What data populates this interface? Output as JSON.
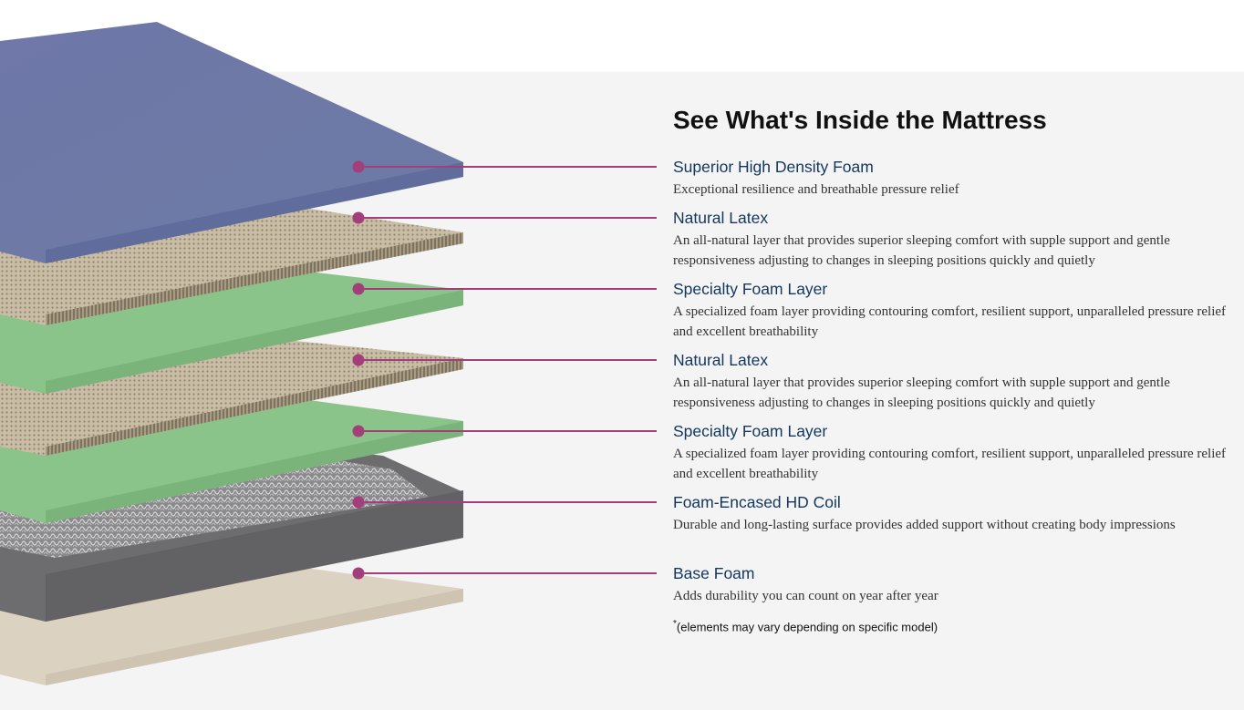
{
  "page": {
    "title": "See What's Inside the Mattress",
    "footnote_mark": "*",
    "footnote": "(elements may vary depending on specific model)"
  },
  "colors": {
    "accent": "#a23e7a",
    "heading": "#13375e",
    "panel_bg": "#f4f4f4",
    "foam_top": "#6f7ba8",
    "latex": "#c6b9a1",
    "specialty_foam": "#8bc48b",
    "coil_casing": "#6e6e70",
    "base_foam": "#dcd2c2"
  },
  "layers": [
    {
      "name": "Superior High Density Foam",
      "description": "Exceptional resilience and breathable pressure relief",
      "icon": "superior-foam-layer"
    },
    {
      "name": "Natural Latex",
      "description": "An all-natural layer that provides superior sleeping comfort with supple support and gentle responsiveness adjusting to changes in sleeping positions quickly and quietly",
      "icon": "latex-layer"
    },
    {
      "name": "Specialty Foam Layer",
      "description": "A specialized foam layer providing contouring comfort, resilient support, unparalleled pressure relief and excellent breathability",
      "icon": "specialty-foam-layer"
    },
    {
      "name": "Natural Latex",
      "description": "An all-natural layer that provides superior sleeping comfort with supple support and gentle responsiveness adjusting to changes in sleeping positions quickly and quietly",
      "icon": "latex-layer"
    },
    {
      "name": "Specialty Foam Layer",
      "description": "A specialized foam layer providing contouring comfort, resilient support, unparalleled pressure relief and excellent breathability",
      "icon": "specialty-foam-layer"
    },
    {
      "name": "Foam-Encased HD Coil",
      "description": "Durable and long-lasting surface provides added support without creating body impressions",
      "icon": "coil-layer"
    },
    {
      "name": "Base Foam",
      "description": "Adds durability you can count on year after year",
      "icon": "base-foam-layer"
    }
  ]
}
